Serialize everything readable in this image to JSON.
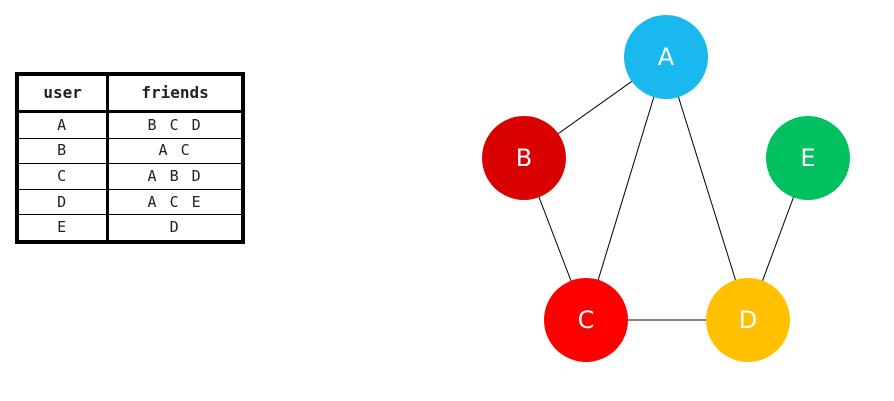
{
  "table": {
    "headers": {
      "user": "user",
      "friends": "friends"
    },
    "rows": [
      {
        "user": "A",
        "friends": "B C D"
      },
      {
        "user": "B",
        "friends": "A C"
      },
      {
        "user": "C",
        "friends": "A B D"
      },
      {
        "user": "D",
        "friends": "A C E"
      },
      {
        "user": "E",
        "friends": "D"
      }
    ]
  },
  "graph": {
    "nodes": [
      {
        "id": "A",
        "label": "A",
        "color": "#19b9ef"
      },
      {
        "id": "B",
        "label": "B",
        "color": "#d80000"
      },
      {
        "id": "C",
        "label": "C",
        "color": "#ff0000"
      },
      {
        "id": "D",
        "label": "D",
        "color": "#ffc000"
      },
      {
        "id": "E",
        "label": "E",
        "color": "#00c060"
      }
    ],
    "edges": [
      [
        "A",
        "B"
      ],
      [
        "A",
        "C"
      ],
      [
        "A",
        "D"
      ],
      [
        "B",
        "C"
      ],
      [
        "C",
        "D"
      ],
      [
        "D",
        "E"
      ]
    ]
  }
}
